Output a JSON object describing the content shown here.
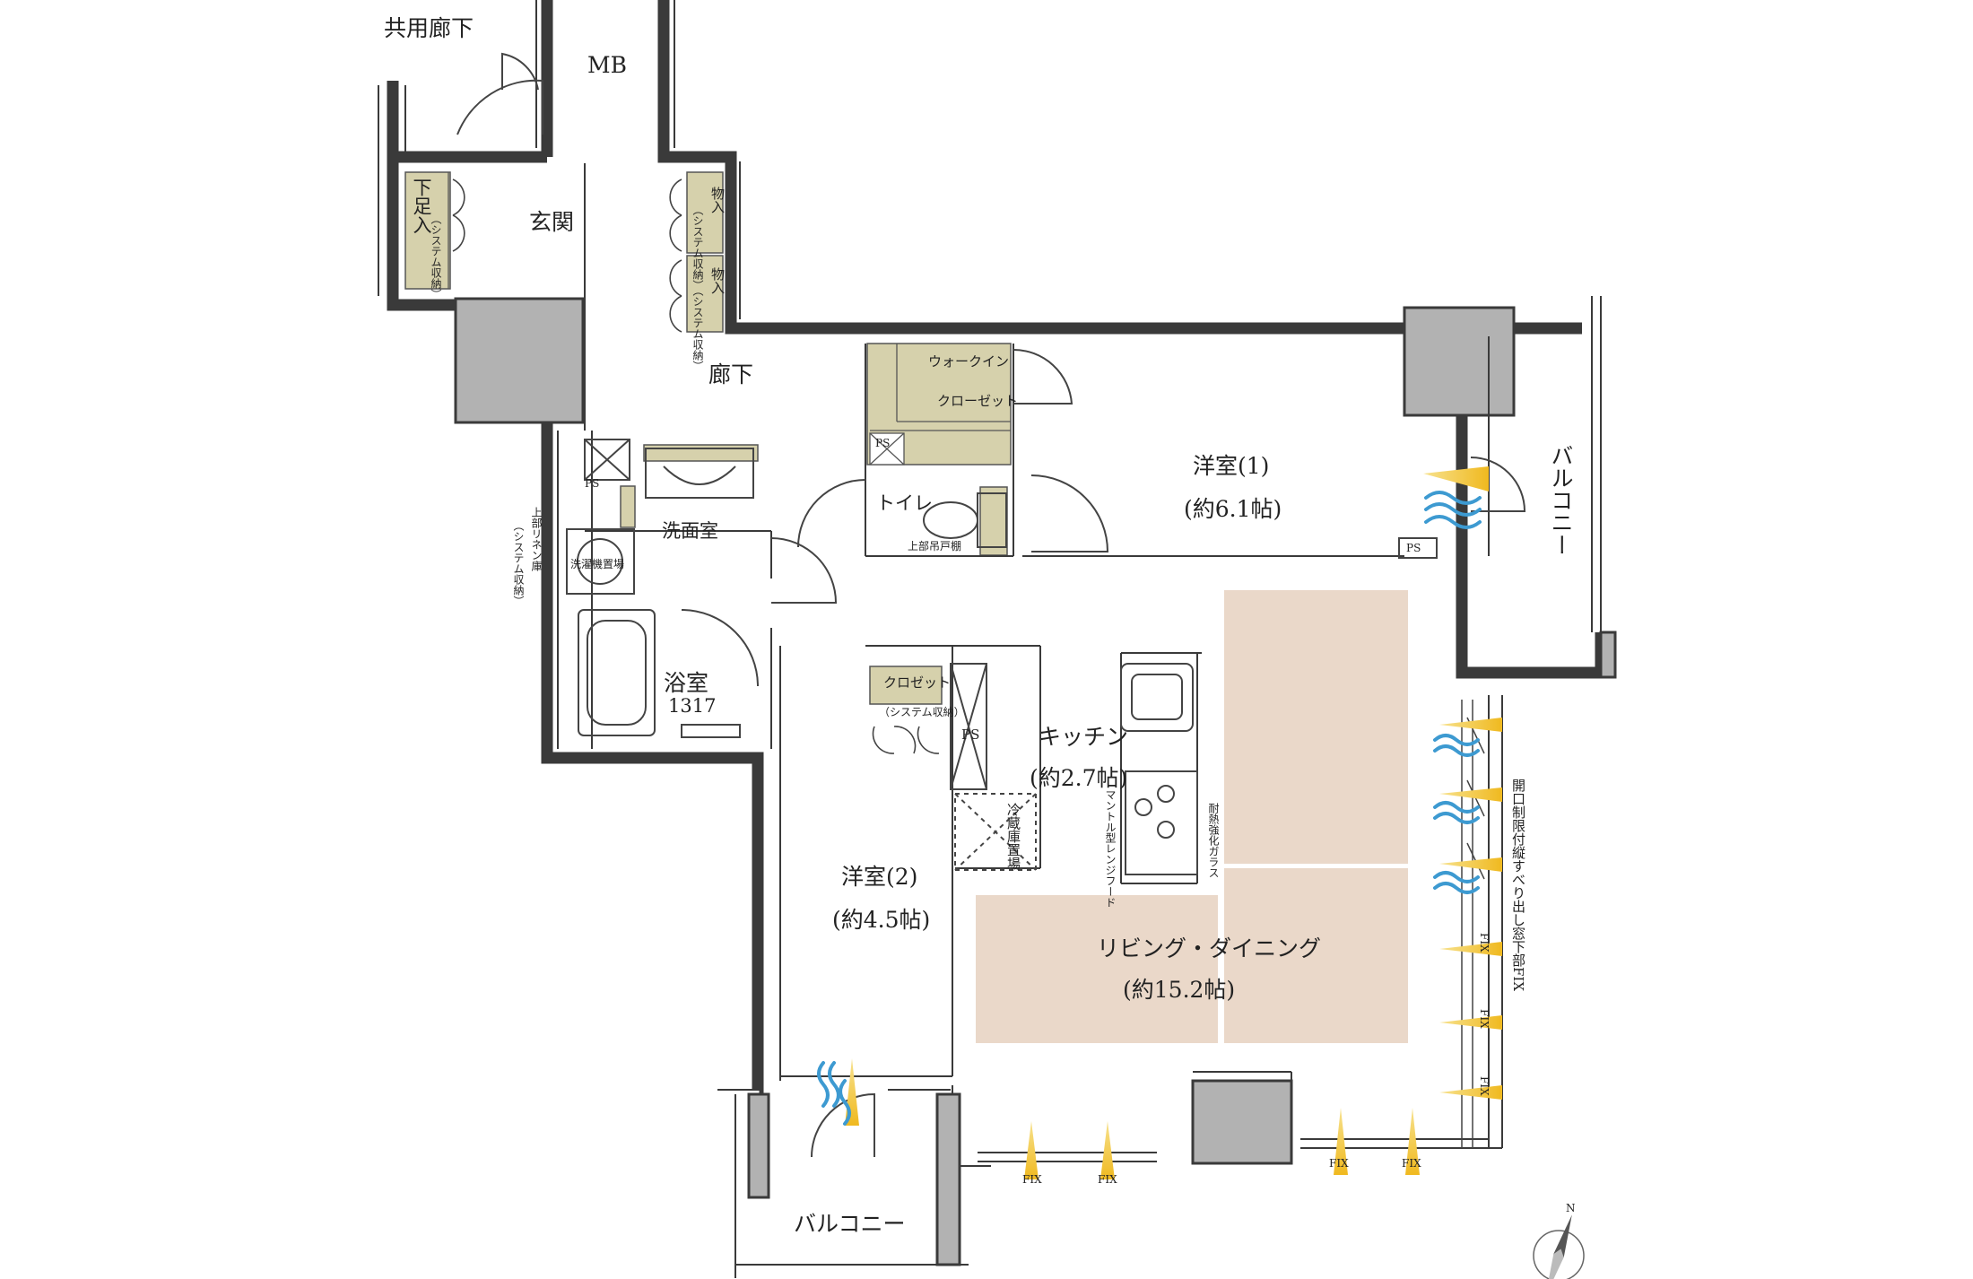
{
  "rooms": {
    "common_corridor": "共用廊下",
    "mb": "MB",
    "genkan": "玄関",
    "shoe_storage": "下足入",
    "shoe_storage_note": "（システム収納）",
    "storage": "物入",
    "storage_note": "（システム収納）",
    "hallway": "廊下",
    "walk_in_closet_1": "ウォークイン",
    "walk_in_closet_2": "クローゼット",
    "ps": "PS",
    "toilet": "トイレ",
    "upper_cabinet": "上部吊戸棚",
    "western_room_1": "洋室(1)",
    "western_room_1_size": "(約6.1帖)",
    "balcony_east": "バルコニー",
    "washroom": "洗面室",
    "laundry_place": "洗濯機置場",
    "upper_linen": "上部リネン庫",
    "upper_linen_note": "（システム収納）",
    "bathroom": "浴室",
    "bathroom_size": "1317",
    "closet": "クロゼット",
    "closet_note": "（システム収納）",
    "kitchen": "キッチン",
    "kitchen_size": "(約2.7帖)",
    "fridge_place": "冷蔵庫置場",
    "range_hood": "マントル型レンジフード",
    "glass": "耐熱強化ガラス",
    "western_room_2": "洋室(2)",
    "western_room_2_size": "(約4.5帖)",
    "living_dining": "リビング・ダイニング",
    "living_dining_size": "(約15.2帖)",
    "window_note": "開口制限付縦すべり出し窓下部FIX",
    "fix": "FIX",
    "balcony_south": "バルコニー"
  },
  "compass": "N",
  "colors": {
    "wall": "#3a3a3a",
    "storage_fill": "#d6d1ac",
    "floor_highlight": "#ead8c9",
    "column": "#b2b2b2",
    "airflow_yellow": "#f2c230",
    "airflow_blue": "#3d9ad1"
  }
}
